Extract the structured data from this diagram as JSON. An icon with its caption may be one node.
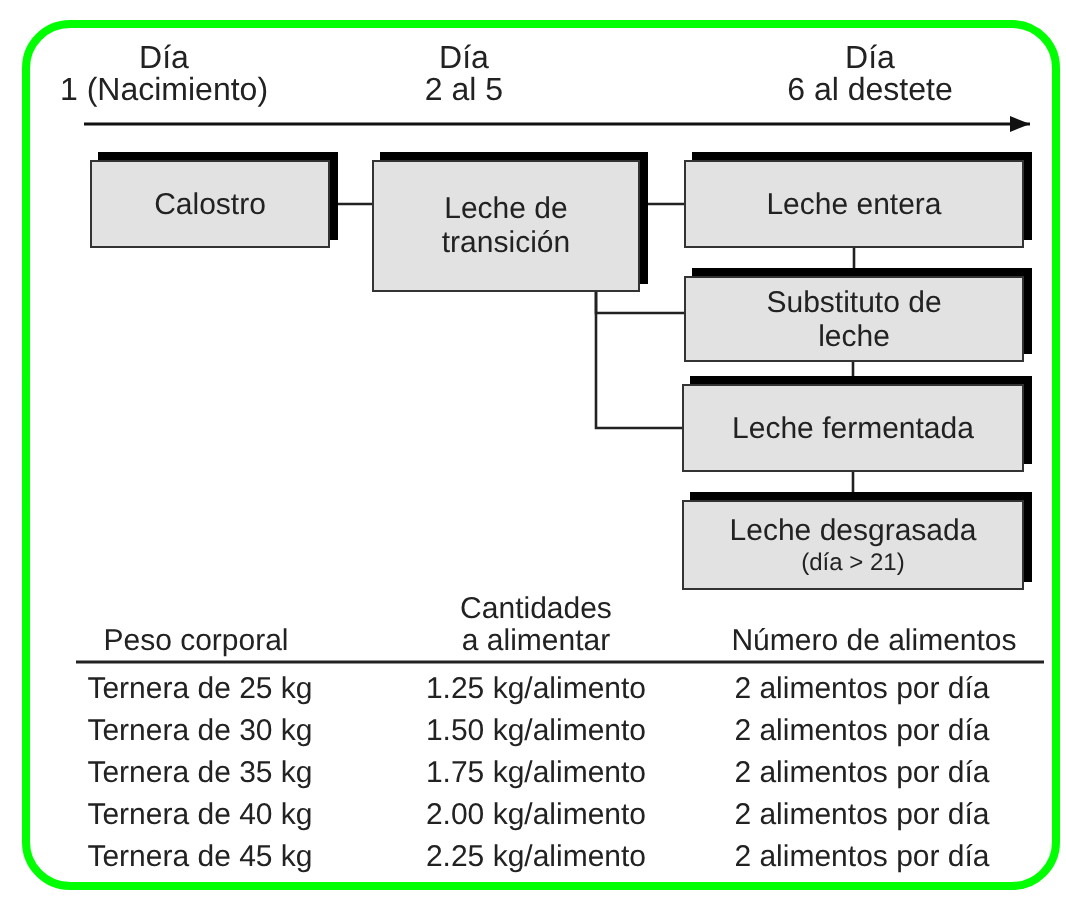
{
  "diagram": {
    "nodes": [
      {
        "text": [
          "Calostro"
        ]
      },
      {
        "text": [
          "Leche de transición"
        ]
      },
      {
        "text": [
          "Leche entera"
        ]
      },
      {
        "text": [
          "Substituto de leche"
        ]
      },
      {
        "text": [
          "Leche fermentada"
        ]
      },
      {
        "text": [
          "Leche desgrasada",
          "(día > 21)"
        ]
      }
    ],
    "edges": [
      {
        "from": 0,
        "to": 1,
        "arrow": "none"
      },
      {
        "from": 1,
        "to": 2,
        "arrow": "none"
      },
      {
        "from": 2,
        "to": 3,
        "arrow": "none"
      },
      {
        "from": 1,
        "to": 3,
        "arrow": "none"
      },
      {
        "from": 1,
        "to": 4,
        "arrow": "none"
      },
      {
        "from": 3,
        "to": 4,
        "arrow": "none"
      },
      {
        "from": 4,
        "to": 5,
        "arrow": "none"
      }
    ],
    "labels": [
      "Día 1 (Nacimiento)",
      "Día 2 al 5",
      "Día 6 al destete",
      "Peso corporal",
      "Cantidades a alimentar",
      "Número de alimentos",
      "Ternera de 25 kg",
      "1.25 kg/alimento",
      "2 alimentos por día",
      "Ternera de 30 kg",
      "1.50 kg/alimento",
      "2 alimentos por día",
      "Ternera de 35 kg",
      "1.75 kg/alimento",
      "2 alimentos por día",
      "Ternera de 40 kg",
      "2.00 kg/alimento",
      "2 alimentos por día",
      "Ternera de 45 kg",
      "2.25 kg/alimento",
      "2 alimentos por día"
    ]
  }
}
